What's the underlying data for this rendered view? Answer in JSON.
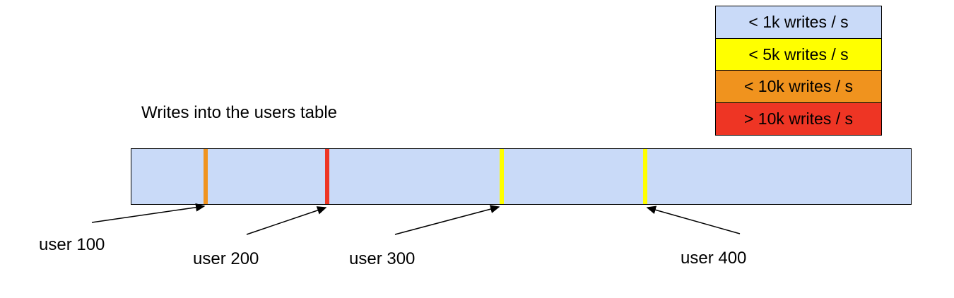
{
  "title": "Writes into the users table",
  "legend": {
    "items": [
      {
        "label": "< 1k writes / s",
        "color": "#c9daf8"
      },
      {
        "label": "< 5k writes / s",
        "color": "#ffff00"
      },
      {
        "label": "< 10k writes / s",
        "color": "#f0931e"
      },
      {
        "label": "> 10k writes / s",
        "color": "#ee3524"
      }
    ]
  },
  "bar": {
    "fill": "#c9daf8",
    "markers": [
      {
        "user": "user 100",
        "rate_class": "< 10k writes / s",
        "color": "#f0931e",
        "position_pct": 9.5
      },
      {
        "user": "user 200",
        "rate_class": "> 10k writes / s",
        "color": "#ee3524",
        "position_pct": 25.1
      },
      {
        "user": "user 300",
        "rate_class": "< 5k writes / s",
        "color": "#ffff00",
        "position_pct": 47.5
      },
      {
        "user": "user 400",
        "rate_class": "< 5k writes / s",
        "color": "#ffff00",
        "position_pct": 65.9
      }
    ]
  }
}
